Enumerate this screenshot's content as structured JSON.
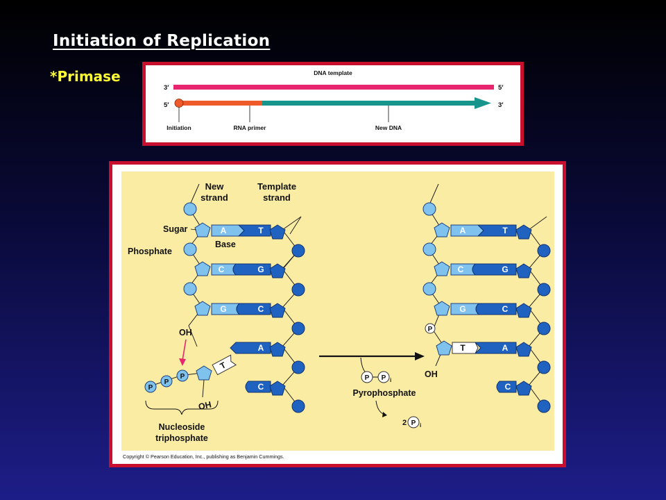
{
  "title": "Initiation of Replication",
  "bullet": "*Primase",
  "top_diagram": {
    "label_dna_template": "DNA template",
    "end_3_top": "3′",
    "end_5_top": "5′",
    "end_5_bottom": "5′",
    "end_3_bottom": "3′",
    "label_initiation": "Initiation",
    "label_rna_primer": "RNA primer",
    "label_new_dna": "New DNA"
  },
  "bottom_diagram": {
    "new_strand": [
      "New",
      "strand"
    ],
    "template_strand": [
      "Template",
      "strand"
    ],
    "sugar": "Sugar",
    "phosphate": "Phosphate",
    "base": "Base",
    "oh": "OH",
    "p": "P",
    "nucleoside": [
      "Nucleoside",
      "triphosphate"
    ],
    "pi_sub": "i",
    "pyrophosphate": "Pyrophosphate",
    "two": "2",
    "left_pairs": [
      [
        "A",
        "T"
      ],
      [
        "C",
        "G"
      ],
      [
        "G",
        "C"
      ],
      [
        "",
        "A"
      ],
      [
        "",
        "C"
      ]
    ],
    "free_base": "T",
    "right_pairs": [
      [
        "A",
        "T"
      ],
      [
        "C",
        "G"
      ],
      [
        "G",
        "C"
      ],
      [
        "T",
        "A"
      ],
      [
        "",
        "C"
      ]
    ],
    "copyright": "Copyright © Pearson Education, Inc., publishing as Benjamin Cummings."
  },
  "colors": {
    "frame_red": "#c8102e",
    "panel_yellow": "#fbeca3",
    "magenta_strand": "#e8256f",
    "primer_orange": "#ef5a2a",
    "teal_new_dna": "#17958c",
    "light_blue": "#7fc2ee",
    "dark_blue": "#1f62c0",
    "title_yellow": "#ffff33"
  }
}
